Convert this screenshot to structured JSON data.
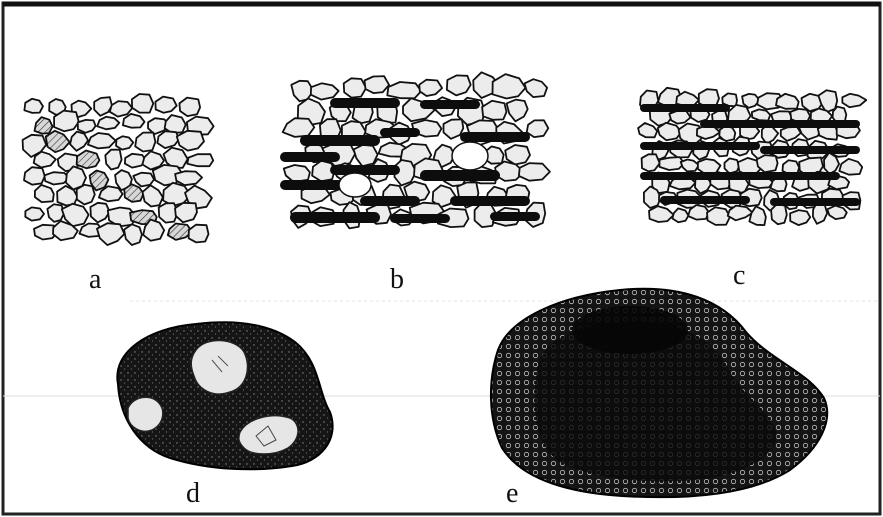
{
  "labels": {
    "a": "a",
    "b": "b",
    "c": "c",
    "d": "d",
    "e": "e"
  },
  "colors": {
    "ink": "#111111",
    "clast_fill": "#ececec",
    "bar_fill": "#0d0d0d",
    "blob_fill": "#1a1a1a",
    "frame": "#222222"
  }
}
